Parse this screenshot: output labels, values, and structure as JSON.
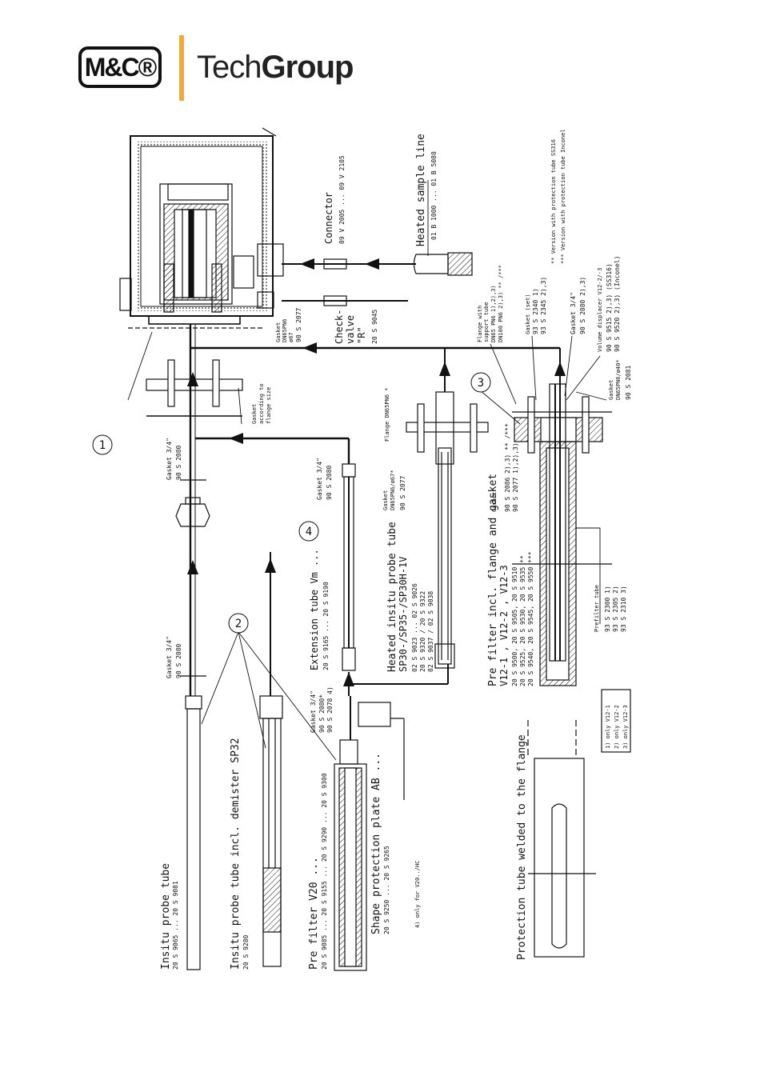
{
  "logo": {
    "mc": "M&C®",
    "tech_light": "Tech",
    "tech_bold": "Group",
    "bar_color": "#f2a93b"
  },
  "callouts": {
    "c1": "1",
    "c2": "2",
    "c3": "3",
    "c4": "4"
  },
  "labels": {
    "heated_line": "Heated sample line",
    "heated_line_pn": "01 B 1000 ... 01 B 5080",
    "connector": "Connector",
    "connector_pn": "09 V 2005 ... 09 V 2105",
    "check_valve": "Check-",
    "check_valve2": "valve",
    "check_valve3": "\"R\"",
    "check_valve_pn": "20 S 9045",
    "gasket_top": "Gasket",
    "gasket_top2": "DN65PN6",
    "gasket_top3": "ø67",
    "gasket_top_pn": "90 S 2077",
    "gasket_flange": "Gasket",
    "gasket_flange2": "according to",
    "gasket_flange3": "flange size",
    "flange_support": "Flange with",
    "flange_support2": "support tube",
    "flange_support3": "DN65 PN6 1),2),3)",
    "flange_support4": "DN100 PN6 2),3) ** /***",
    "gasket_set": "Gasket (set)",
    "gasket_set_pn1": "93 S 2340 1)",
    "gasket_set_pn2": "93 S 2345 2),3)",
    "gasket_34_r": "Gasket 3/4\"",
    "gasket_34_r_pn": "90 S 2080 2),3)",
    "vol_disp": "Volume displacer V12-2/-3",
    "vol_disp_pn1": "90 S 9515 2),3)  (SS316)",
    "vol_disp_pn2": "90 S 9520 2),3)  (Inconel)",
    "gasket_r": "Gasket",
    "gasket_r2": "DN65PN6/ø40*",
    "gasket_r_pn": "90 S 2081",
    "note_ss": "** Version with protection tube SS316",
    "note_inc": "*** Version with protection tube Inconel",
    "flange_dn65": "Flange DN65PN6 *",
    "gasket_dn65": "Gasket",
    "gasket_dn65_2": "DN65PN6/ø67*",
    "gasket_dn65_pn": "90 S 2077",
    "gasket_mid": "Gasket",
    "gasket_mid_pn1": "90 S 2086 2),3) ** /***",
    "gasket_mid_pn2": "90 S 2077 1),2),3)",
    "gasket_34_a": "Gasket 3/4\"",
    "gasket_34_a_pn": "90 S 2080",
    "gasket_34_b": "Gasket 3/4\"",
    "gasket_34_b_pn": "90 S 2080",
    "gasket_34_c": "Gasket 3/4\"",
    "gasket_34_c_pn": "90 S 2080",
    "gasket_34_d": "Gasket 3/4\"",
    "gasket_34_d_pn1": "90 S 2080*",
    "gasket_34_d_pn2": "90 S 2078 4)",
    "ext_tube": "Extension tube Vm ...",
    "ext_tube_pn": "20 S 9165 ... 20 S 9190",
    "heated_insitu": "Heated insitu probe tube",
    "heated_insitu2": "SP30-/SP35-/SP30H-1V",
    "heated_insitu_pn1": "02 S 9023  ...  02 S 9026",
    "heated_insitu_pn2": "20 S 9320  /  20 S 9322",
    "heated_insitu_pn3": "02 S 9037  /  02 S 9038",
    "prefilter_v12": "Pre filter incl. flange and gasket",
    "prefilter_v12_2": "V12-1 ,  V12-2 ,  V12-3",
    "prefilter_v12_pn1": "20 S 9500, 20 S 9505, 20 S 9510",
    "prefilter_v12_pn2": "20 S 9525, 20 S 9530, 20 S 9535 **",
    "prefilter_v12_pn3": "20 S 9540, 20 S 9545, 20 S 9550 ***",
    "prefilter_tube": "Prefilter tube",
    "prefilter_tube_pn1": "93 S 2300 1)",
    "prefilter_tube_pn2": "93 S 2305 2)",
    "prefilter_tube_pn3": "93 S 2310 3)",
    "legend1": "1) only  V12-1",
    "legend2": "2) only  V12-2",
    "legend3": "3) only  V12-3",
    "insitu": "Insitu probe tube",
    "insitu_pn": "20 S 9065 ... 20 S 9081",
    "insitu_dem": "Insitu probe tube incl. demister SP32",
    "insitu_dem_pn": "20 S 9280",
    "prefilter_v20": "Pre filter V20 ...",
    "prefilter_v20_pn": "20 S 9085 ... 20 S 9155 ... 20 S 9290 ... 20 S 9300",
    "shape_plate": "Shape protection plate AB ...",
    "shape_plate_pn": "20 S 9250 ... 20 S 9265",
    "note4": "4) only for V20../HC",
    "protection": "Protection tube welded to the flange"
  }
}
